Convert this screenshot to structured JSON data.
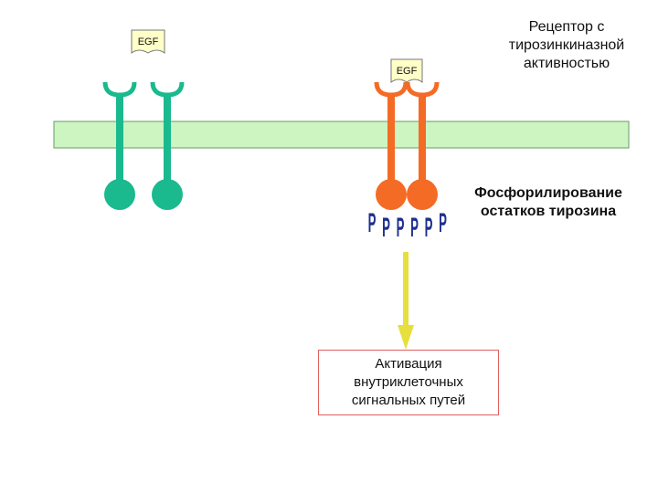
{
  "title": {
    "lines": [
      "Рецептор с",
      "тирозинкиназной",
      "активностью"
    ]
  },
  "ligand": {
    "unbound_label": "EGF",
    "bound_label": "EGF"
  },
  "phosphorylation": {
    "lines": [
      "Фосфорилирование",
      "остатков тирозина"
    ],
    "group_label": "P",
    "group_count": 6
  },
  "result": {
    "lines": [
      "Активация",
      "внутриклеточных",
      "сигнальных путей"
    ]
  },
  "colors": {
    "membrane": "#ccf5c2",
    "membrane_border": "#6a9a62",
    "inactive_receptor": "#1ab98e",
    "active_receptor": "#f46b26",
    "ligand_fill": "#ffffc8",
    "phosphate": "#1e2f8f",
    "arrow": "#e6df3e",
    "box_border": "#e06060"
  }
}
